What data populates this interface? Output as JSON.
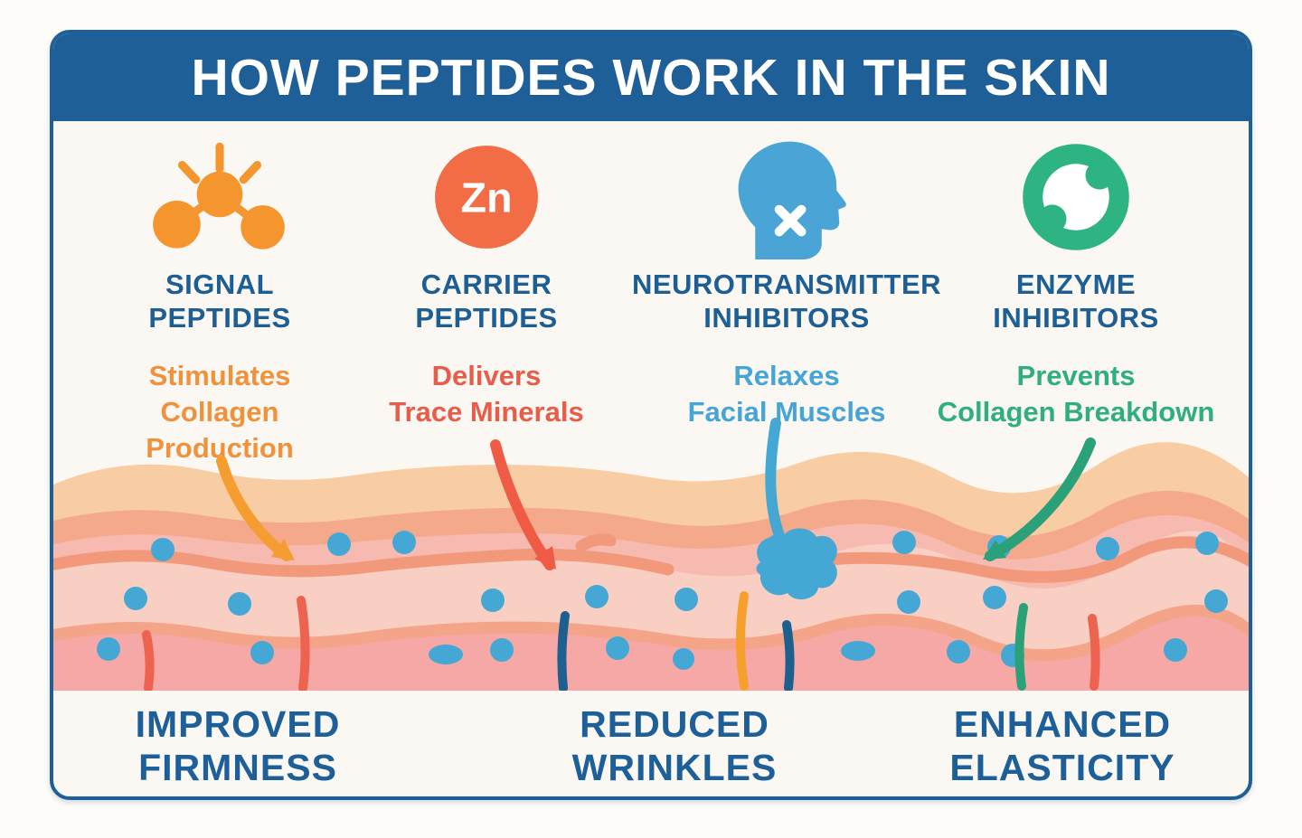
{
  "title": "HOW PEPTIDES WORK IN THE SKIN",
  "colors": {
    "page_bg": "#fdfcf9",
    "card_bg": "#fbf8f3",
    "card_border": "#1f5f97",
    "banner_bg": "#1e5f98",
    "heading_text": "#1d5e94",
    "outcome_text": "#1d5f98"
  },
  "columns": [
    {
      "id": "signal-peptides",
      "icon": "molecule-burst-icon",
      "accent": "#f5952e",
      "name": "SIGNAL\nPEPTIDES",
      "benefit": "Stimulates\nCollagen\nProduction",
      "benefit_color": "#f0923c",
      "arrow_color": "#f59d31"
    },
    {
      "id": "carrier-peptides",
      "icon": "zinc-circle-icon",
      "icon_label": "Zn",
      "accent": "#f26c45",
      "name": "CARRIER\nPEPTIDES",
      "benefit": "Delivers\nTrace Minerals",
      "benefit_color": "#e85d4a",
      "arrow_color": "#ef5b44"
    },
    {
      "id": "neurotransmitter-inhibitors",
      "icon": "head-profile-icon",
      "accent": "#4aa5d6",
      "name": "NEUROTRANSMITTER\nINHIBITORS",
      "benefit": "Relaxes\nFacial Muscles",
      "benefit_color": "#46a5d6",
      "arrow_color": "#45a8d4"
    },
    {
      "id": "enzyme-inhibitors",
      "icon": "enzyme-swirl-icon",
      "accent": "#2eb483",
      "name": "ENZYME\nINHIBITORS",
      "benefit": "Prevents\nCollagen Breakdown",
      "benefit_color": "#2fae80",
      "arrow_color": "#2aa179"
    }
  ],
  "outcomes": [
    {
      "label": "IMPROVED\nFIRMNESS"
    },
    {
      "label": "REDUCED WRINKLES"
    },
    {
      "label": "ENHANCED\nELASTICITY"
    }
  ],
  "skin": {
    "epidermis": "#f9cda4",
    "epidermis_band": "#f5a98b",
    "dermis_upper": "#f6bab1",
    "dermis_mid": "#f8cfc2",
    "dermis_deep": "#f5a8a6",
    "fiber_line_upper": "#f2997c",
    "fiber_line_lower": "#f4a488",
    "cell_dot": "#45a8d4",
    "muscle_blob": "#45a8d4",
    "wrinkle_red": "#ee6250",
    "wrinkle_blue": "#1d5f8f",
    "wrinkle_orange": "#f5a02c",
    "wrinkle_green": "#2aa179"
  }
}
